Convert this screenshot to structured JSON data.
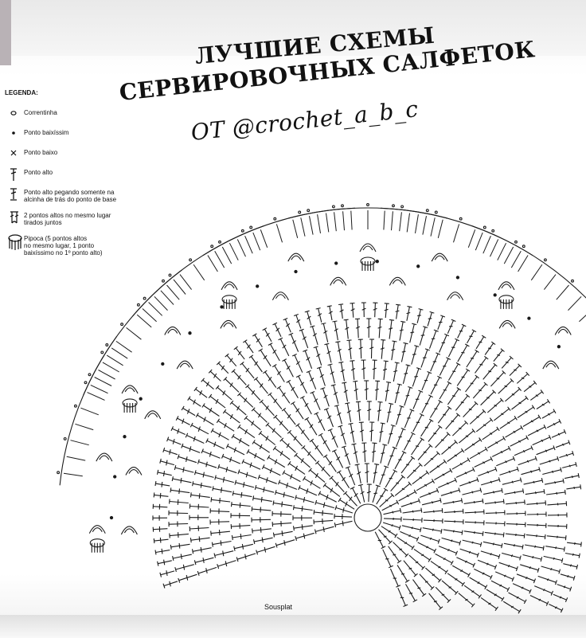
{
  "title": {
    "line1": "ЛУЧШИЕ СХЕМЫ",
    "line2": "СЕРВИРОВОЧНЫХ САЛФЕТОК",
    "line3": "ОТ @crochet_a_b_c"
  },
  "legend": {
    "heading": "LEGENDA:",
    "items": [
      {
        "icon": "chain-stitch-icon",
        "label": "Correntinha"
      },
      {
        "icon": "slip-stitch-icon",
        "label": "Ponto baixíssim"
      },
      {
        "icon": "single-crochet-icon",
        "label": "Ponto baixo"
      },
      {
        "icon": "double-crochet-icon",
        "label": "Ponto alto"
      },
      {
        "icon": "back-loop-double-crochet-icon",
        "label": "Ponto alto pegando somente na\nalcinha de trás do ponto de base"
      },
      {
        "icon": "double-crochet-two-together-icon",
        "label": "2 pontos altos no mesmo lugar\ntirados juntos"
      },
      {
        "icon": "popcorn-icon",
        "label": "Pipoca (5 pontos altos\nno mesmo lugar, 1 ponto\nbaixíssimo no 1º ponto alto)"
      }
    ]
  },
  "diagram": {
    "caption": "Sousplat",
    "ink_color": "#1a1a1a"
  }
}
